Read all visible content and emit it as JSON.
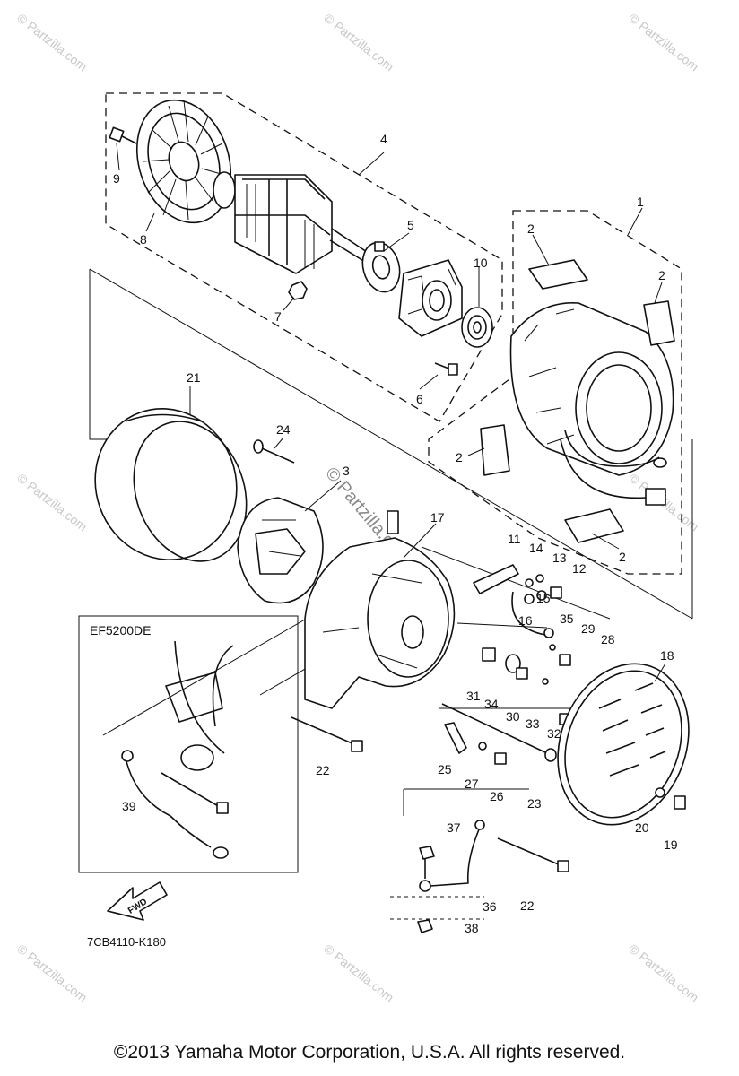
{
  "callouts": [
    "1",
    "2",
    "2",
    "2",
    "2",
    "3",
    "4",
    "5",
    "6",
    "7",
    "8",
    "9",
    "10",
    "11",
    "12",
    "13",
    "14",
    "15",
    "16",
    "17",
    "18",
    "19",
    "20",
    "21",
    "22",
    "22",
    "23",
    "24",
    "25",
    "26",
    "27",
    "28",
    "29",
    "30",
    "31",
    "32",
    "33",
    "34",
    "35",
    "36",
    "37",
    "38",
    "39"
  ],
  "inset": {
    "title": "EF5200DE"
  },
  "ref_code": "7CB4110-K180",
  "fwd_label": "FWD",
  "watermark": {
    "text": "© Partzilla.com",
    "center_text": "© Partzilla.com"
  },
  "copyright": "©2013  Yamaha Motor Corporation, U.S.A. All rights reserved."
}
